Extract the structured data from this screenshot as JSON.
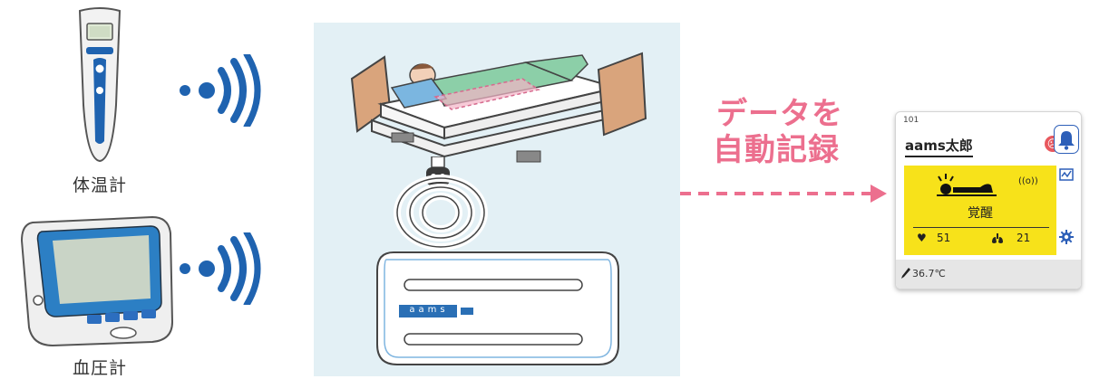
{
  "devices": {
    "thermometer_label": "体温計",
    "blood_pressure_label": "血圧計"
  },
  "center": {
    "sensor_brand": "aams"
  },
  "arrow": {
    "line1": "データを",
    "line2": "自動記録"
  },
  "monitor": {
    "room_number": "101",
    "patient_name": "aams太郎",
    "state": "覚醒",
    "heart_rate": "51",
    "respiration_rate": "21",
    "temperature": "36.7℃"
  },
  "icons": {
    "wireless": "wireless-signal-icon",
    "bell": "bell-icon",
    "chart": "chart-icon",
    "settings": "gear-icon",
    "heart": "heart-icon",
    "lungs": "lungs-icon",
    "pen": "pen-icon",
    "sad_face": "sad-face-icon"
  },
  "colors": {
    "accent_pink": "#ec6f8e",
    "wireless_blue": "#1f63b0",
    "panel_bg": "#e3f0f5",
    "status_yellow": "#f7e21a",
    "alert_red": "#e8585e",
    "ui_blue": "#2d5fb8"
  }
}
